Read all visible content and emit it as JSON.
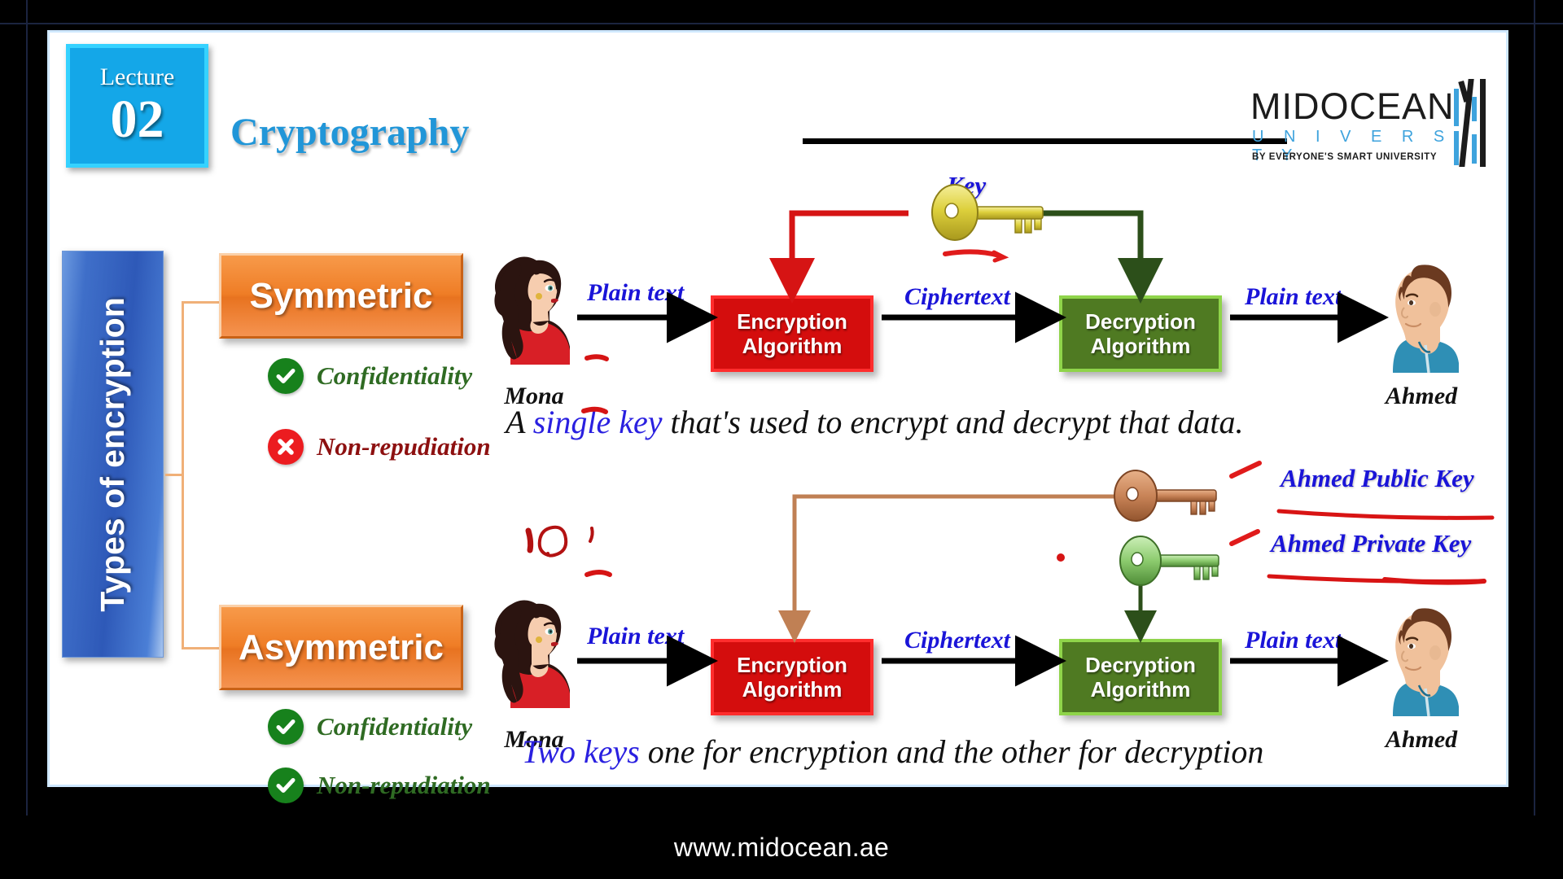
{
  "slide": {
    "lecture_word": "Lecture",
    "lecture_number": "02",
    "title": "Cryptography"
  },
  "logo": {
    "name": "MIDOCEAN",
    "sub": "U N I V E R S I T Y",
    "tagline": "BY EVERYONE'S SMART UNIVERSITY"
  },
  "sidebar": {
    "label": "Types of encryption"
  },
  "sections": [
    {
      "id": "symmetric",
      "title": "Symmetric",
      "properties": [
        {
          "label": "Confidentiality",
          "state": "yes"
        },
        {
          "label": "Non-repudiation",
          "state": "no"
        }
      ],
      "sender": "Mona",
      "receiver": "Ahmed",
      "input_label": "Plain text",
      "middle_label": "Ciphertext",
      "output_label": "Plain text",
      "encrypt_line1": "Encryption",
      "encrypt_line2": "Algorithm",
      "decrypt_line1": "Decryption",
      "decrypt_line2": "Algorithm",
      "keys": [
        {
          "name": "Key",
          "color": "#d9c733"
        }
      ],
      "caption_lead": "A ",
      "caption_highlight": "single key",
      "caption_rest": " that's used to encrypt and decrypt that data."
    },
    {
      "id": "asymmetric",
      "title": "Asymmetric",
      "properties": [
        {
          "label": "Confidentiality",
          "state": "yes"
        },
        {
          "label": "Non-repudiation",
          "state": "yes"
        }
      ],
      "sender": "Mona",
      "receiver": "Ahmed",
      "input_label": "Plain text",
      "middle_label": "Ciphertext",
      "output_label": "Plain text",
      "encrypt_line1": "Encryption",
      "encrypt_line2": "Algorithm",
      "decrypt_line1": "Decryption",
      "decrypt_line2": "Algorithm",
      "keys": [
        {
          "name": "Ahmed Public Key",
          "color": "#c98458"
        },
        {
          "name": "Ahmed Private Key",
          "color": "#8ccb6e"
        }
      ],
      "caption_lead": "",
      "caption_highlight": "Two keys",
      "caption_rest": " one for encryption and the other for decryption"
    }
  ],
  "footer": {
    "url": "www.midocean.ae"
  },
  "colors": {
    "accent_blue": "#2196d8",
    "badge_blue": "#14a7e8",
    "panel_blue": "#2e59b8",
    "category_orange": "#ef7d26",
    "encrypt_red": "#d40d0d",
    "decrypt_green": "#4f7a22",
    "label_blue": "#1a14d8",
    "annotation_red": "#e01b1b",
    "ok_green": "#17811c",
    "no_red": "#ec1c20"
  }
}
